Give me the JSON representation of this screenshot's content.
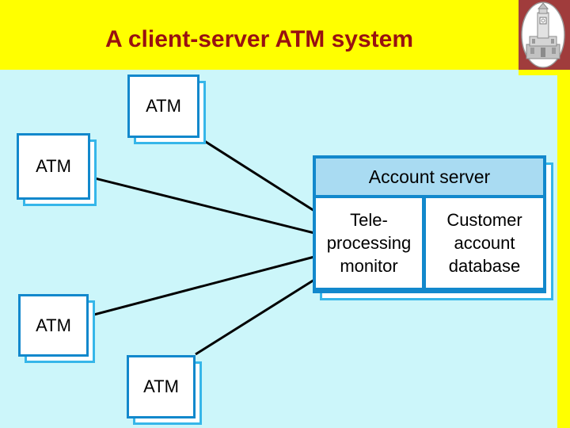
{
  "slide": {
    "title": "A client-server ATM system"
  },
  "header": {
    "logo_icon": "clock-tower-crest-icon"
  },
  "diagram": {
    "nodes": [
      {
        "id": "atm-top",
        "label": "ATM"
      },
      {
        "id": "atm-left",
        "label": "ATM"
      },
      {
        "id": "atm-bottom-left",
        "label": "ATM"
      },
      {
        "id": "atm-bottom",
        "label": "ATM"
      }
    ],
    "server": {
      "title": "Account server",
      "components": [
        {
          "label": "Tele-\nprocessing\nmonitor"
        },
        {
          "label": "Customer\naccount\ndatabase"
        }
      ]
    },
    "connections": [
      {
        "from": "atm-top",
        "to": "account-server"
      },
      {
        "from": "atm-left",
        "to": "account-server"
      },
      {
        "from": "atm-bottom-left",
        "to": "account-server"
      },
      {
        "from": "atm-bottom",
        "to": "account-server"
      }
    ]
  },
  "colors": {
    "header_bg": "#ffff00",
    "title_text": "#981111",
    "canvas_bg": "#ccf6fa",
    "box_border": "#1288cc",
    "box_shadow": "#36b6e9",
    "server_header_bg": "#a9dbf2",
    "connector": "#000000",
    "crest_bg": "#a03c3c"
  }
}
